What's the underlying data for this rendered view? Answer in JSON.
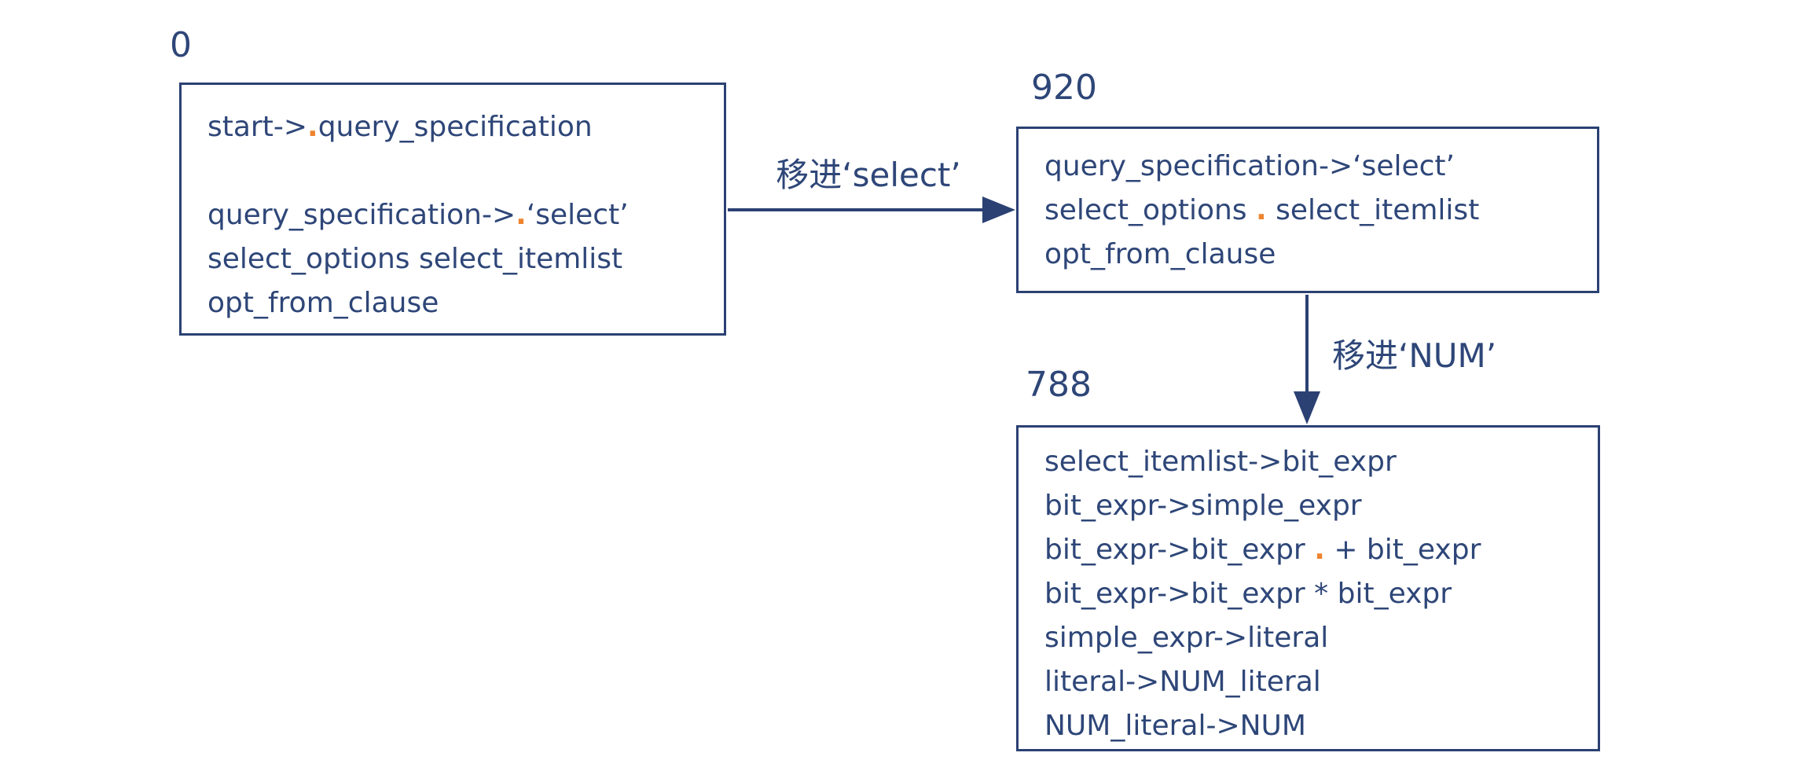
{
  "colors": {
    "ink": "#2e4678",
    "border": "#2b4173",
    "accent_dot": "#ee8430",
    "background": "#ffffff"
  },
  "states": {
    "s0": {
      "label": "0",
      "l1a": "start->",
      "l1dot": ".",
      "l1b": "query_specification",
      "l2a": "query_specification->",
      "l2dot": ".",
      "l2b": "‘select’",
      "l3": "select_options select_itemlist",
      "l4": "opt_from_clause"
    },
    "s920": {
      "label": "920",
      "l1": "query_specification->‘select’",
      "l2a": "select_options ",
      "l2dot": ".",
      "l2b": " select_itemlist",
      "l3": "opt_from_clause"
    },
    "s788": {
      "label": "788",
      "l1": "select_itemlist->bit_expr",
      "l2": "bit_expr->simple_expr",
      "l3a": "bit_expr->bit_expr ",
      "l3dot": ".",
      "l3b": " + bit_expr",
      "l4": "bit_expr->bit_expr * bit_expr",
      "l5": "simple_expr->literal",
      "l6": "literal->NUM_literal",
      "l7": "NUM_literal->NUM"
    }
  },
  "transitions": {
    "shift_select": "移进‘select’",
    "shift_num": "移进‘NUM’"
  }
}
